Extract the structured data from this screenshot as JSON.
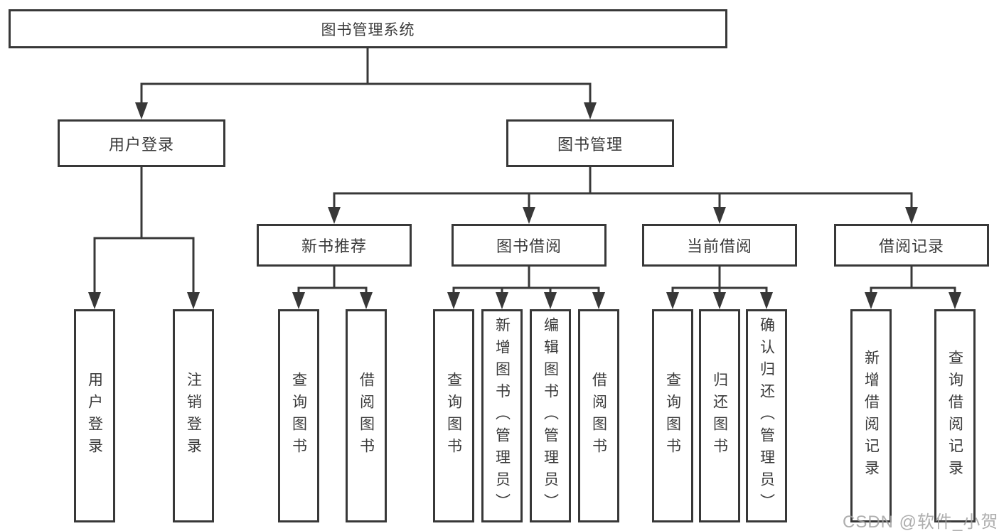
{
  "diagram": {
    "root": {
      "label": "图书管理系统"
    },
    "branches": [
      {
        "label": "用户登录",
        "children": [
          {
            "label": "用户登录"
          },
          {
            "label": "注销登录"
          }
        ]
      },
      {
        "label": "图书管理",
        "children": [
          {
            "label": "新书推荐",
            "children": [
              {
                "label": "查询图书"
              },
              {
                "label": "借阅图书"
              }
            ]
          },
          {
            "label": "图书借阅",
            "children": [
              {
                "label": "查询图书"
              },
              {
                "label": "新增图书（管理员）"
              },
              {
                "label": "编辑图书（管理员）"
              },
              {
                "label": "借阅图书"
              }
            ]
          },
          {
            "label": "当前借阅",
            "children": [
              {
                "label": "查询图书"
              },
              {
                "label": "归还图书"
              },
              {
                "label": "确认归还（管理员）"
              }
            ]
          },
          {
            "label": "借阅记录",
            "children": [
              {
                "label": "新增借阅记录"
              },
              {
                "label": "查询借阅记录"
              }
            ]
          }
        ]
      }
    ]
  },
  "watermark": "CSDN @软件_小贺同学",
  "colors": {
    "line": "#383838",
    "box_border": "#383838",
    "text": "#3a3a3a",
    "watermark": "#a0a0a0",
    "background": "#ffffff"
  }
}
